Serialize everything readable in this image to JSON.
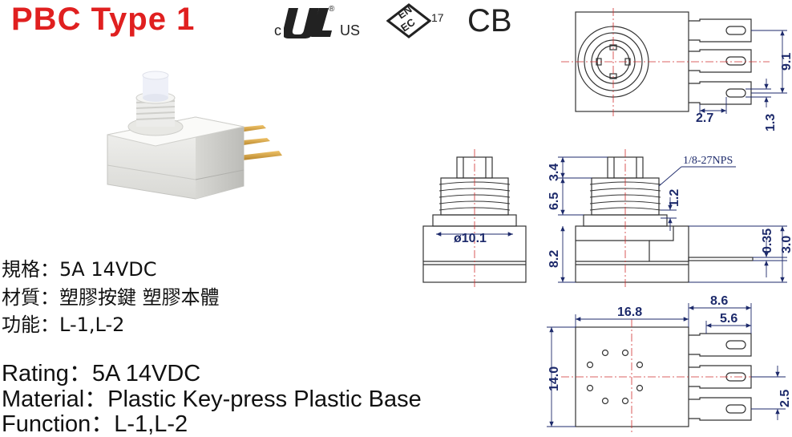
{
  "header": {
    "title": "PBC Type 1",
    "title_color": "#e02020",
    "cert_ul_left": "c",
    "cert_ul_right": "US",
    "cert_ul_reg": "®",
    "cert_enec": "ENEC",
    "cert_enec_num": "17",
    "cert_cb": "CB"
  },
  "specs_zh": {
    "rating_label": "規格",
    "rating_value": "5A 14VDC",
    "material_label": "材質",
    "material_value": "塑膠按鍵  塑膠本體",
    "function_label": "功能",
    "function_value": "L-1,L-2",
    "colon": "："
  },
  "specs_en": {
    "rating": "Rating：5A 14VDC",
    "material": "Material：Plastic Key-press  Plastic Base",
    "function": "Function：L-1,L-2"
  },
  "dimensions": {
    "top_view": {
      "height": "9.1",
      "pitch": "2.7",
      "tab": "1.3"
    },
    "side_view": {
      "thread": "1/8-27NPS",
      "cap": "3.4",
      "thread_h": "6.5",
      "thread_step": "1.2",
      "body": "8.2",
      "diameter": "ø10.1",
      "terminal_t": "0.35",
      "terminal_h": "3.0"
    },
    "bottom_view": {
      "width": "16.8",
      "height": "14.0",
      "term_long": "8.6",
      "term_short": "5.6",
      "pitch": "2.5"
    }
  },
  "colors": {
    "accent": "#e02020",
    "dimension": "#1d2a6b",
    "centerline": "#d03030",
    "outline": "#333333"
  }
}
